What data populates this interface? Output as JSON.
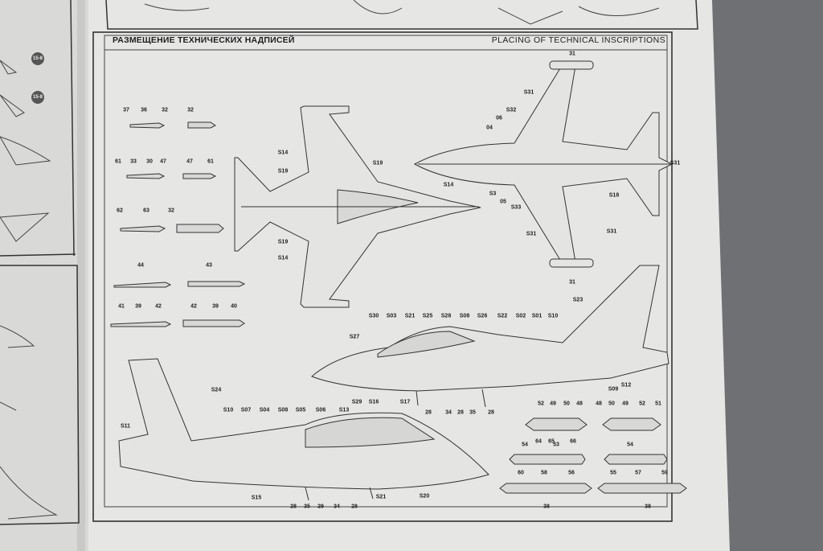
{
  "panel": {
    "title_ru": "РАЗМЕЩЕНИЕ ТЕХНИЧЕСКИХ НАДПИСЕЙ",
    "title_en": "PLACING OF TECHNICAL INSCRIPTIONS"
  },
  "callouts": {
    "weapons": [
      "37",
      "36",
      "32",
      "32",
      "61",
      "33",
      "30",
      "47",
      "47",
      "61",
      "62",
      "63",
      "32",
      "44",
      "43",
      "41",
      "39",
      "42",
      "42",
      "39",
      "40"
    ],
    "top_view": [
      "S14",
      "S19",
      "S19",
      "S14",
      "S19",
      "S14"
    ],
    "bottom_view": [
      "31",
      "S31",
      "S32",
      "06",
      "04",
      "S3",
      "05",
      "S33",
      "S31",
      "S31",
      "S18",
      "S31",
      "31"
    ],
    "side_right": [
      "S30",
      "S03",
      "S21",
      "S25",
      "S28",
      "S08",
      "S26",
      "S22",
      "S02",
      "S01",
      "S10",
      "S23",
      "S27",
      "S29",
      "S16",
      "S17",
      "28",
      "34",
      "28",
      "35",
      "28",
      "S09",
      "S12"
    ],
    "side_left": [
      "S24",
      "S11",
      "S10",
      "S07",
      "S04",
      "S08",
      "S05",
      "S06",
      "S13",
      "S15",
      "28",
      "35",
      "29",
      "34",
      "28",
      "S21",
      "S20"
    ],
    "tanks": [
      "52",
      "49",
      "50",
      "48",
      "48",
      "50",
      "49",
      "52",
      "51",
      "64",
      "65",
      "66",
      "54",
      "53",
      "54",
      "60",
      "58",
      "56",
      "55",
      "57",
      "59",
      "38",
      "38"
    ],
    "side_badges": [
      "15-8",
      "15-8"
    ]
  }
}
